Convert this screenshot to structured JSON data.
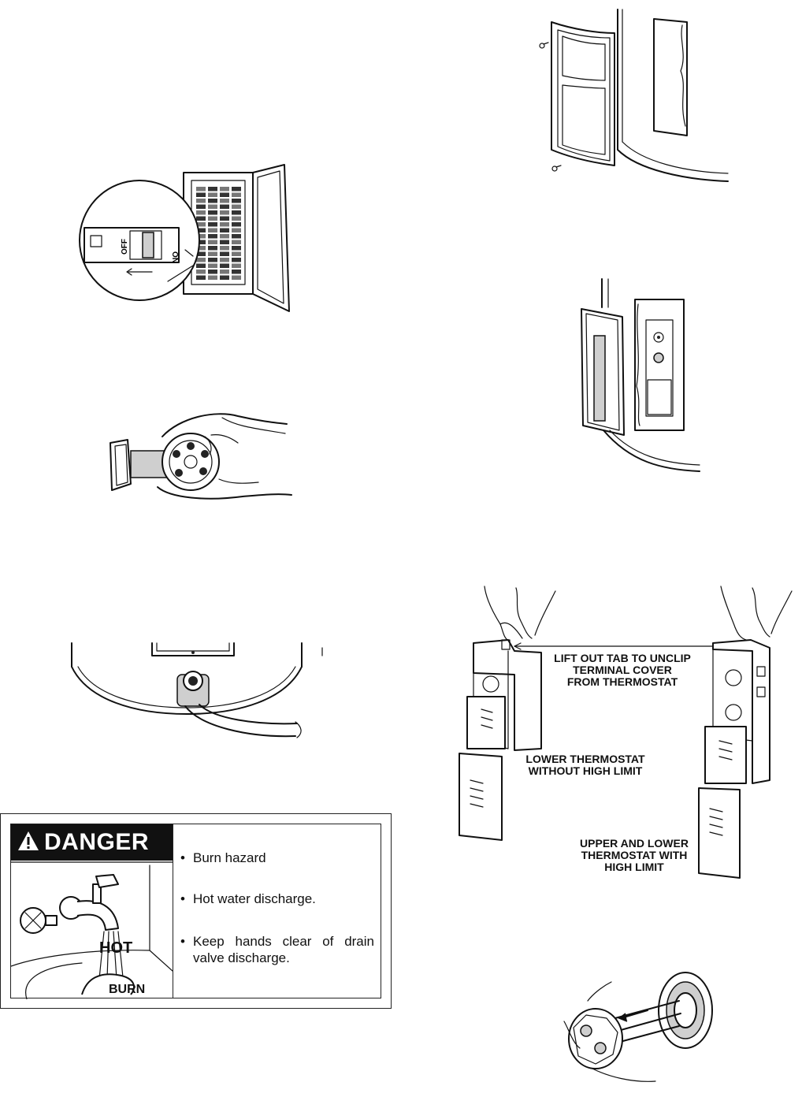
{
  "thermostat_callouts": {
    "lift_tab": "LIFT OUT TAB TO UNCLIP\nTERMINAL COVER\nFROM THERMOSTAT",
    "lower_without": "LOWER THERMOSTAT\nWITHOUT HIGH LIMIT",
    "upper_lower_with": "UPPER AND LOWER\nTHERMOSTAT WITH\nHIGH LIMIT"
  },
  "breaker": {
    "off_label": "OFF",
    "on_label": "ON"
  },
  "danger_label": {
    "header": "DANGER",
    "hot_text": "HOT",
    "burn_text": "BURN",
    "items": [
      {
        "bullet": "•",
        "text": "Burn hazard"
      },
      {
        "bullet": "•",
        "text": "Hot water discharge."
      },
      {
        "bullet": "•",
        "text": "Keep hands clear of drain valve discharge."
      }
    ]
  },
  "icons": {
    "warning": "warning-triangle-icon",
    "arrow": "arrow-left-icon"
  }
}
